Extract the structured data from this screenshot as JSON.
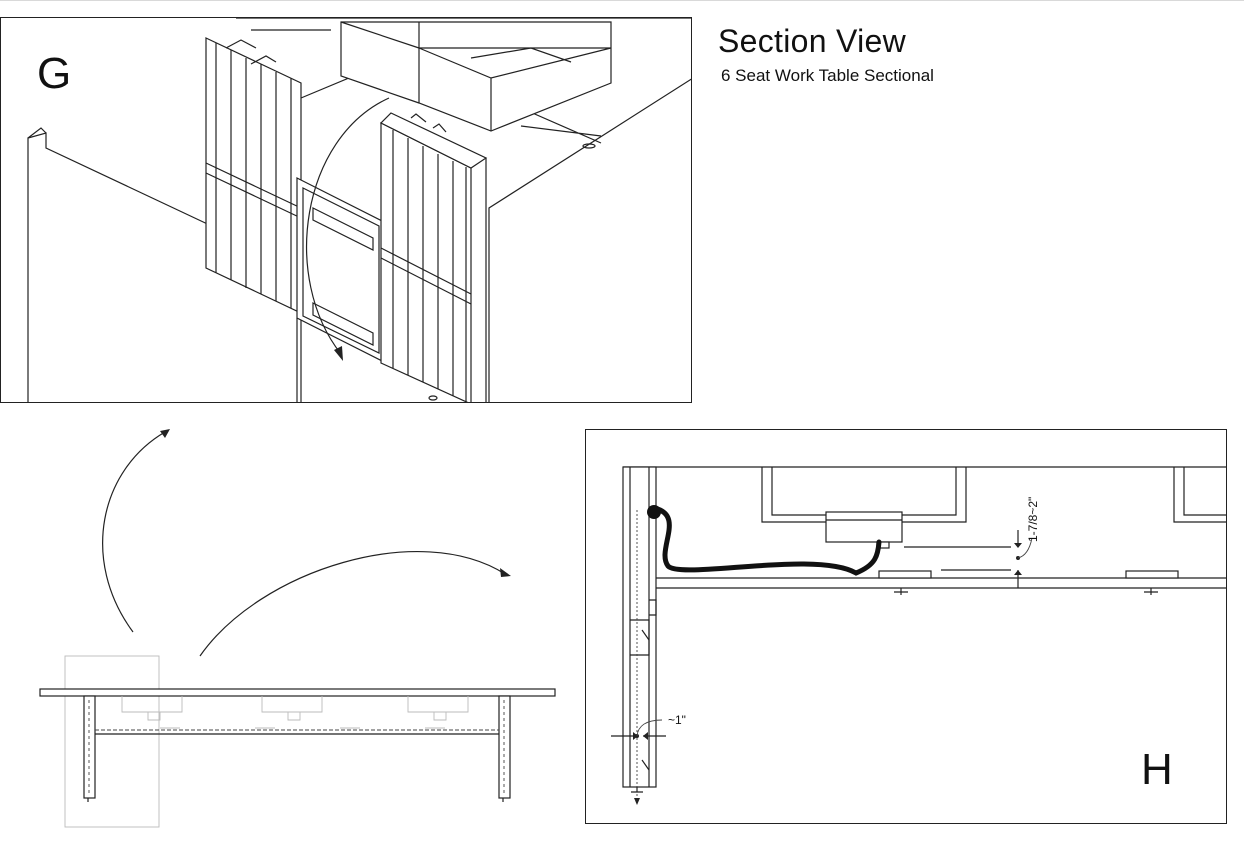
{
  "header": {
    "title": "Section View",
    "subtitle": "6 Seat Work Table Sectional"
  },
  "detail_g": {
    "label": "G"
  },
  "detail_h": {
    "label": "H",
    "dimension_vertical": "1-7/8~2\"",
    "dimension_gap": "~1\""
  }
}
